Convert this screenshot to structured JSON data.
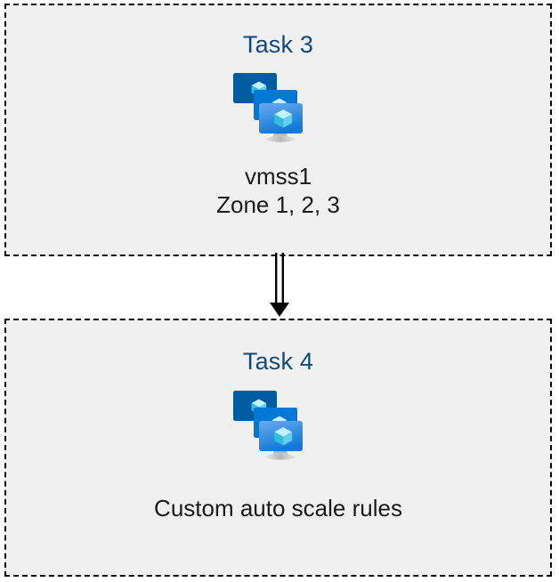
{
  "diagram": {
    "title": "Azure VM Scale Set task flow",
    "background_color": "#ffffff",
    "box_fill_color": "#f0f0f0",
    "box_border_color": "#000000",
    "box_border_style": "dashed",
    "heading_color": "#12497c",
    "caption_color": "#1a1a1a",
    "connector": {
      "name": "double-line-arrow",
      "direction": "down",
      "color": "#000000",
      "from": "Task 3",
      "to": "Task 4"
    },
    "icon_colors": {
      "monitor_back": "#005ba1",
      "monitor_middle": "#0078d4",
      "monitor_front_top": "#5ea0ef",
      "monitor_front_bottom": "#0f7ad8",
      "cube_light": "#c3f1ff",
      "cube_mid": "#9cebff",
      "cube_dark": "#32bedd",
      "stand": "#b3b3b3"
    },
    "boxes": [
      {
        "id": "task-3",
        "heading": "Task 3",
        "icon": "vmss-icon",
        "icon_label": "virtual-machine-scale-set-icon",
        "captions": [
          "vmss1",
          "Zone 1, 2, 3"
        ]
      },
      {
        "id": "task-4",
        "heading": "Task 4",
        "icon": "vmss-icon",
        "icon_label": "virtual-machine-scale-set-icon",
        "captions": [
          "Custom auto scale rules"
        ]
      }
    ]
  }
}
